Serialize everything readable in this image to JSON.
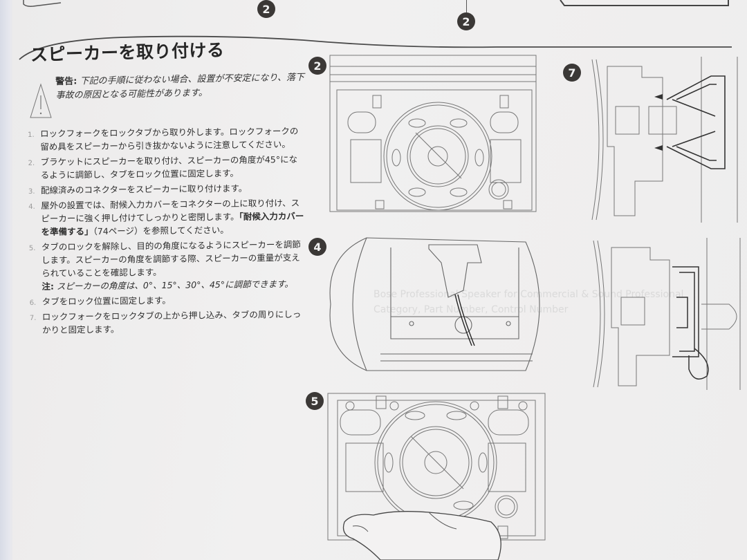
{
  "section": {
    "title": "スピーカーを取り付ける",
    "warning_label": "警告:",
    "warning_text": "下記の手順に従わない場合、設置が不安定になり、落下事故の原因となる可能性があります。"
  },
  "steps": [
    {
      "num": "1.",
      "text": "ロックフォークをロックタブから取り外します。ロックフォークの留め具をスピーカーから引き抜かないように注意してください。"
    },
    {
      "num": "2.",
      "text": "ブラケットにスピーカーを取り付け、スピーカーの角度が45°になるように調節し、タブをロック位置に固定します。"
    },
    {
      "num": "3.",
      "text": "配線済みのコネクターをスピーカーに取り付けます。"
    },
    {
      "num": "4.",
      "text_before": "屋外の設置では、耐候入力カバーをコネクターの上に取り付け、スピーカーに強く押し付けてしっかりと密閉します。",
      "link": "「耐候入力カバーを準備する」",
      "text_after": "（74ページ）を参照してください。"
    },
    {
      "num": "5.",
      "text": "タブのロックを解除し、目的の角度になるようにスピーカーを調節します。スピーカーの角度を調節する際、スピーカーの重量が支えられていることを確認します。",
      "note_label": "注:",
      "note_text": "スピーカーの角度は、0°、15°、30°、45°に調節できます。"
    },
    {
      "num": "6.",
      "text": "タブをロック位置に固定します。"
    },
    {
      "num": "7.",
      "text": "ロックフォークをロックタブの上から押し込み、タブの周りにしっかりと固定します。"
    }
  ],
  "callouts": {
    "top_left": "2",
    "top_center": "2",
    "fig_a": "2",
    "fig_b": "7",
    "fig_c": "4",
    "fig_d": "5"
  },
  "bleed_through": [
    "Bose Professional Speaker for Commercial & Sound Professional",
    "Category, Part Number, Control Number"
  ]
}
